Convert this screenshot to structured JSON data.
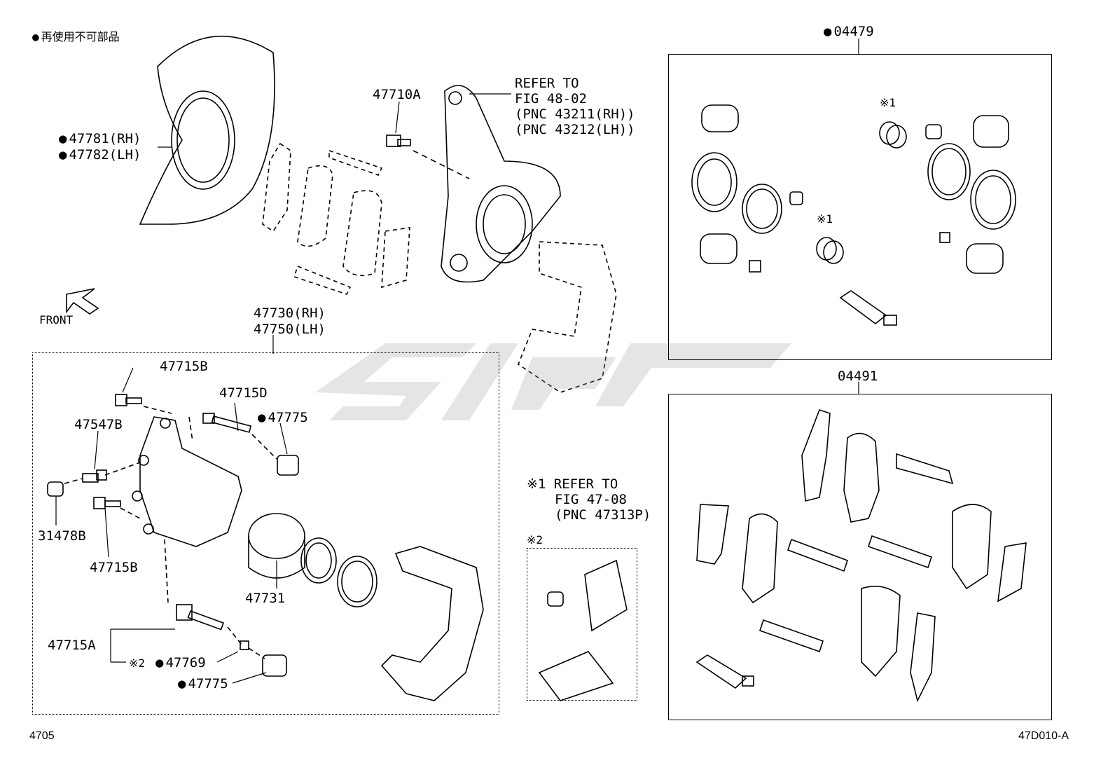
{
  "legend": {
    "text": "再使用不可部品"
  },
  "labels": {
    "p47781": "47781(RH)",
    "p47782": "47782(LH)",
    "p47710A": "47710A",
    "refer1": "REFER TO",
    "refer2": "FIG 48-02",
    "refer3": "(PNC 43211(RH))",
    "refer4": "(PNC 43212(LH))",
    "front": "FRONT",
    "p47730": "47730(RH)",
    "p47750": "47750(LH)",
    "p47715B_top": "47715B",
    "p47715D": "47715D",
    "p47775_top": "47775",
    "p47547B": "47547B",
    "p31478B": "31478B",
    "p47715B_bot": "47715B",
    "p47731": "47731",
    "p47715A": "47715A",
    "mark2": "※2",
    "p47769": "47769",
    "p47775_bot": "47775",
    "note1a": "※1 REFER TO",
    "note1b": "FIG 47-08",
    "note1c": "(PNC 47313P)",
    "note2": "※2",
    "kit1": "04479",
    "kit2": "04491",
    "mark1a": "※1",
    "mark1b": "※1",
    "page_left": "4705",
    "page_right": "47D010-A"
  }
}
